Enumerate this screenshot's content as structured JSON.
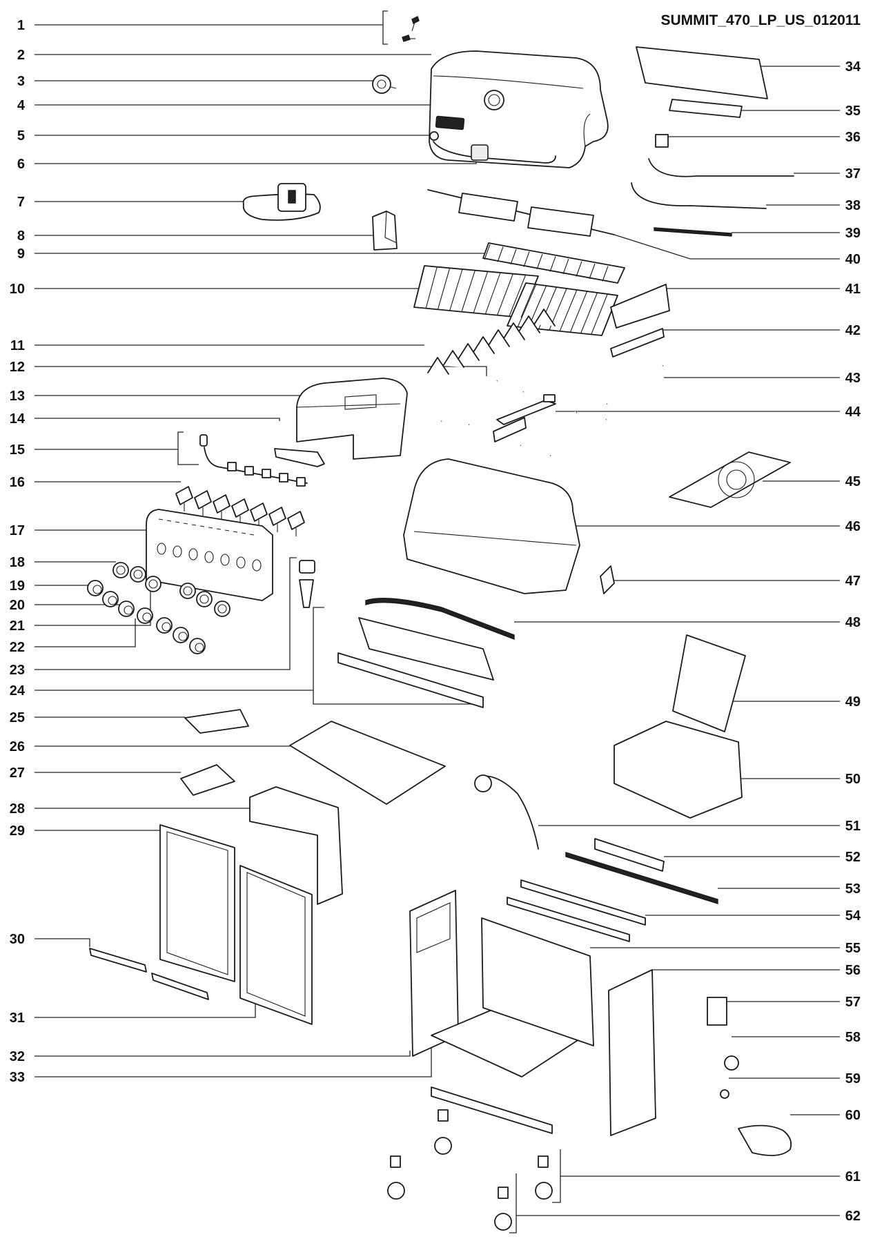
{
  "diagram": {
    "title": "SUMMIT_470_LP_US_012011",
    "left_labels": [
      "1",
      "2",
      "3",
      "4",
      "5",
      "6",
      "7",
      "8",
      "9",
      "10",
      "11",
      "12",
      "13",
      "14",
      "15",
      "16",
      "17",
      "18",
      "19",
      "20",
      "21",
      "22",
      "23",
      "24",
      "25",
      "26",
      "27",
      "28",
      "29",
      "30",
      "31",
      "32",
      "33"
    ],
    "right_labels": [
      "34",
      "35",
      "36",
      "37",
      "38",
      "39",
      "40",
      "41",
      "42",
      "43",
      "44",
      "45",
      "46",
      "47",
      "48",
      "49",
      "50",
      "51",
      "52",
      "53",
      "54",
      "55",
      "56",
      "57",
      "58",
      "59",
      "60",
      "61",
      "62"
    ],
    "colors": {
      "line": "#1a1a1a",
      "background": "#ffffff"
    }
  }
}
